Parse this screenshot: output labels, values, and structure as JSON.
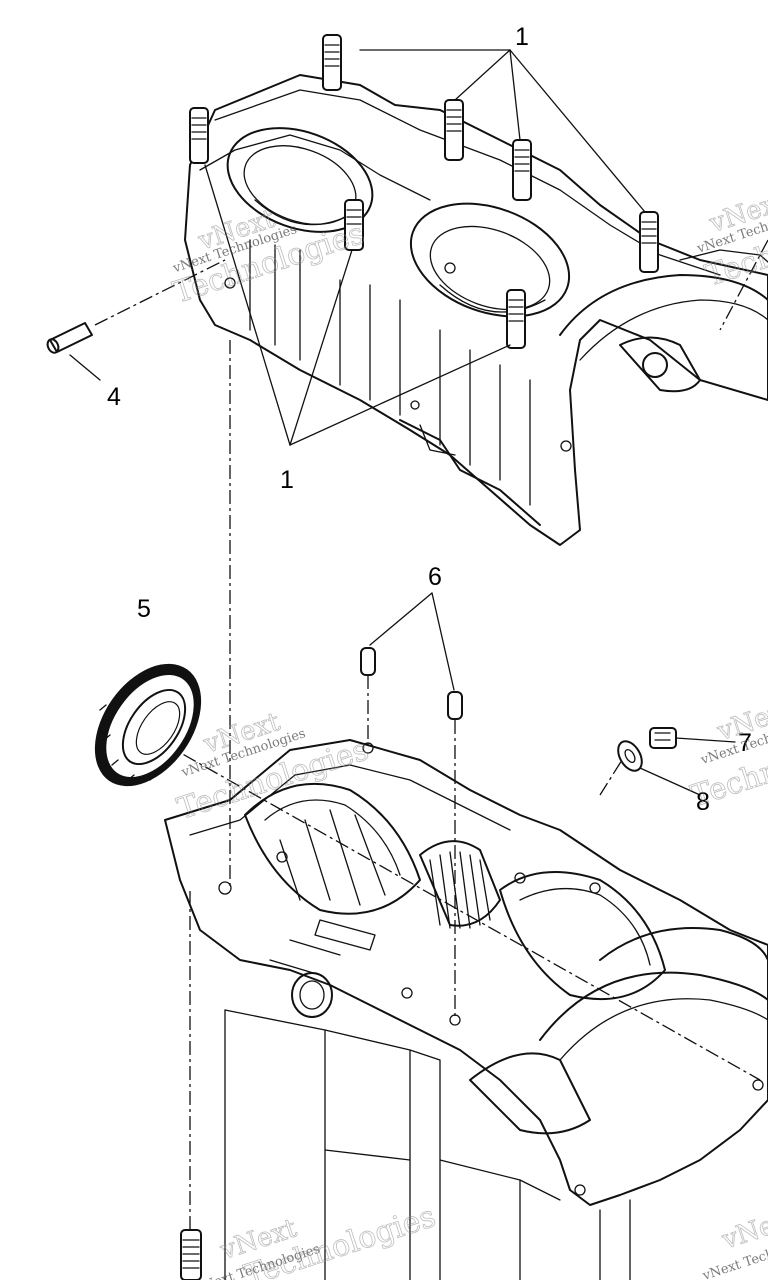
{
  "diagram": {
    "callouts": [
      {
        "id": "callout-1-top",
        "label": "1"
      },
      {
        "id": "callout-1-bottom",
        "label": "1"
      },
      {
        "id": "callout-4",
        "label": "4"
      },
      {
        "id": "callout-5",
        "label": "5"
      },
      {
        "id": "callout-6",
        "label": "6"
      },
      {
        "id": "callout-7",
        "label": "7"
      },
      {
        "id": "callout-8",
        "label": "8"
      }
    ],
    "watermark": {
      "brand": "vNext",
      "text": "vNext Technologies",
      "big": "Technologies"
    },
    "parts": {
      "upper": "upper-crankcase",
      "lower": "lower-crankcase",
      "seal": "oil-seal",
      "dowels": "dowel-pins",
      "studs": "cylinder-studs",
      "bolt": "drain-bolt",
      "washer": "washer"
    }
  }
}
